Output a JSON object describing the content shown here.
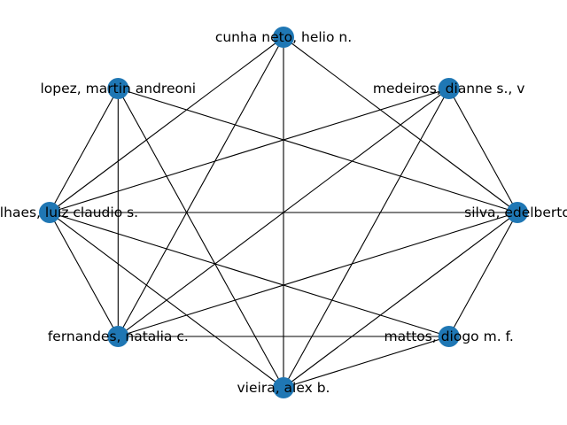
{
  "graph": {
    "node_color": "#1f77b4",
    "edge_color": "#000000",
    "nodes": [
      {
        "id": "cunha",
        "label": "cunha neto, helio n."
      },
      {
        "id": "medeiros",
        "label": "medeiros, dianne s., v"
      },
      {
        "id": "silva",
        "label": "silva, edelberto"
      },
      {
        "id": "mattos",
        "label": "mattos, diogo m. f."
      },
      {
        "id": "vieira",
        "label": "vieira, alex b."
      },
      {
        "id": "fernandes",
        "label": "fernandes, natalia c."
      },
      {
        "id": "magalhaes",
        "label": "magalhaes, luiz claudio s."
      },
      {
        "id": "lopez",
        "label": "lopez, martin andreoni"
      }
    ],
    "edges": [
      [
        "cunha",
        "silva"
      ],
      [
        "cunha",
        "vieira"
      ],
      [
        "cunha",
        "fernandes"
      ],
      [
        "cunha",
        "magalhaes"
      ],
      [
        "medeiros",
        "silva"
      ],
      [
        "medeiros",
        "vieira"
      ],
      [
        "medeiros",
        "fernandes"
      ],
      [
        "medeiros",
        "magalhaes"
      ],
      [
        "silva",
        "lopez"
      ],
      [
        "silva",
        "magalhaes"
      ],
      [
        "silva",
        "fernandes"
      ],
      [
        "silva",
        "mattos"
      ],
      [
        "silva",
        "vieira"
      ],
      [
        "mattos",
        "fernandes"
      ],
      [
        "mattos",
        "magalhaes"
      ],
      [
        "mattos",
        "vieira"
      ],
      [
        "vieira",
        "lopez"
      ],
      [
        "vieira",
        "magalhaes"
      ],
      [
        "fernandes",
        "lopez"
      ],
      [
        "fernandes",
        "magalhaes"
      ],
      [
        "magalhaes",
        "lopez"
      ]
    ]
  }
}
